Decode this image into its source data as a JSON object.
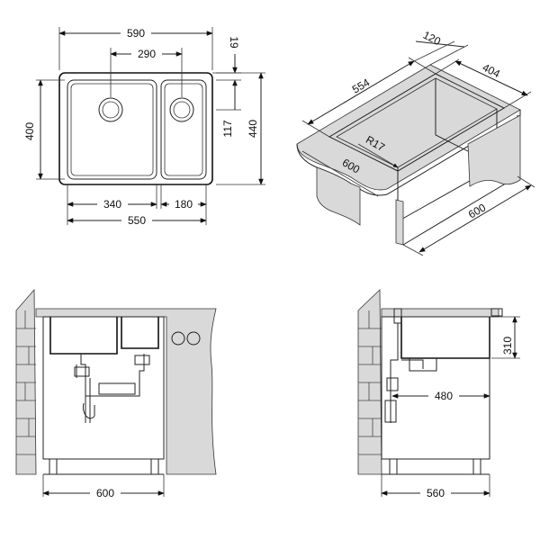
{
  "top_view": {
    "total_width": "590",
    "bowl_spacing": "290",
    "rim": "19",
    "height": "400",
    "depth_right": "117",
    "total_depth": "440",
    "large_bowl": "340",
    "small_bowl": "180",
    "inner_width": "550"
  },
  "iso_view": {
    "depth": "120",
    "bowl_length": "554",
    "bowl_width": "404",
    "radius": "R17",
    "cabinet_width": "600",
    "cabinet_depth": "600"
  },
  "front_view": {
    "cabinet_width": "600"
  },
  "side_view": {
    "bowl_depth": "310",
    "drain_offset": "480",
    "cabinet_depth": "560"
  },
  "colors": {
    "line": "#222222",
    "fill": "#d9d9d9"
  }
}
